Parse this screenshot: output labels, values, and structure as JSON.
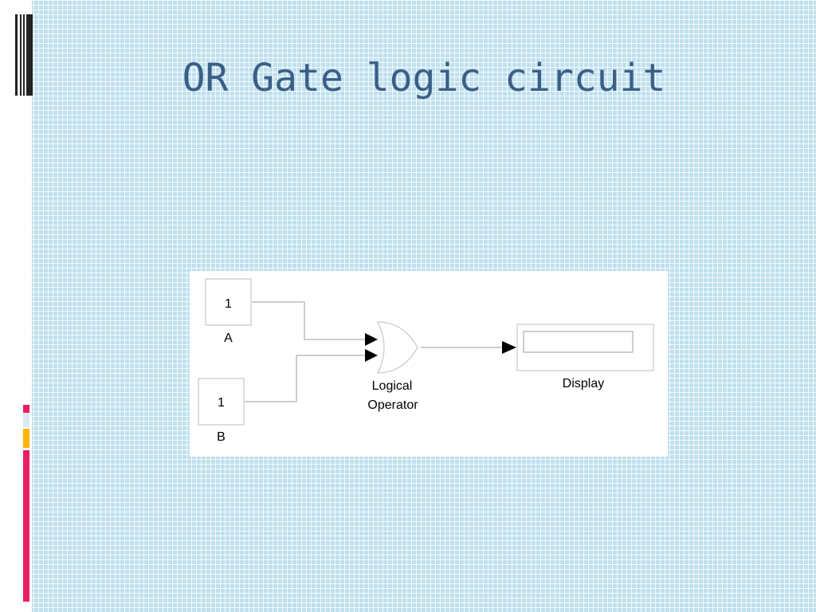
{
  "slide": {
    "title": "OR Gate logic circuit"
  },
  "diagram": {
    "blocks": [
      {
        "id": "const-a",
        "value": "1",
        "label": "A"
      },
      {
        "id": "const-b",
        "value": "1",
        "label": "B"
      },
      {
        "id": "logical-operator",
        "label_line1": "Logical",
        "label_line2": "Operator"
      },
      {
        "id": "display",
        "label": "Display"
      }
    ]
  },
  "colors": {
    "title": "#3a5f86",
    "background": "#bfe0ee",
    "accent_pink": "#e91e63",
    "accent_orange": "#ffb300",
    "accent_light": "#dbe9f6"
  }
}
